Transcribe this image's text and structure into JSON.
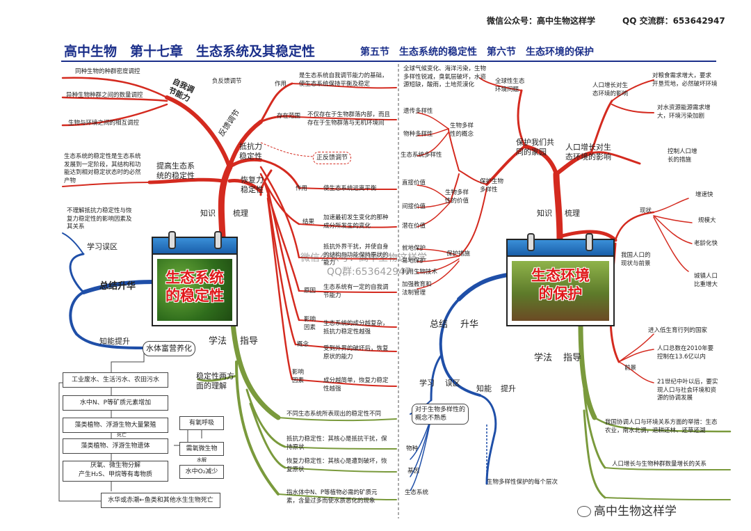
{
  "header": {
    "wechat": "微信公众号：高中生物这样学",
    "qq": "QQ 交流群：653642947",
    "title_main": "高中生物　第十七章　生态系统及其稳定性",
    "title_sub": "第五节　生态系统的稳定性　第六节　生态环境的保护"
  },
  "left": {
    "branch_self_reg": "自我调\n节能力",
    "self_reg_items": [
      "同种生物的种群密度调控",
      "异种生物种群之间的数量调控",
      "生物与环境之间的相互调控"
    ],
    "branch_improve": "提高生态系\n统的稳定性",
    "improve_text": "生态系统的稳定性是生态系统\n发展到一定阶段，其结构和功\n能达到相对稳定状态时的必然\n产物",
    "neg_feedback": "负反馈调节",
    "feedback_reg": "反馈调节",
    "pos_feedback": "正反馈调节",
    "role_label": "作用",
    "role_text": "是生态系统自我调节能力的基础，\n使生态系统保持平衡及稳定",
    "scope_label": "存在范围",
    "scope_text": "不仅存在于生物群落内部，而且\n存在于生物群落与无机环境间",
    "resist": "抵抗力\n稳定性",
    "recover": "恢复力\n稳定性",
    "kn": "知识",
    "comb": "梳理",
    "r_role_label": "作用",
    "r_role_text": "使生态系统远离平衡",
    "r_result_label": "结果",
    "r_result_text": "加速最初发生变化的那种\n成分所发生的变化",
    "concept_a_text": "抵抗外界干扰，并使自身\n的结构与功能保持原状的\n能力",
    "reason_label": "原因",
    "reason_text": "生态系统有一定的自我调\n节能力",
    "factor_label": "影响\n因素",
    "factor_text": "生态系统的成分越复杂，\n抵抗力稳定性越强",
    "concept_label": "概念",
    "concept_b_text": "受到外界的破坏后，恢复\n原状的能力",
    "factor2_label": "影响\n因素",
    "factor2_text": "成分越简单，恢复力稳定\n性越强",
    "mistake_text": "不理解抵抗力稳定性与恢\n复力稳定性的影响因素及\n其关系",
    "study_mistake": "学习误区",
    "summary": "总结升华",
    "ability": "知能提升",
    "eutro": "水体富营养化",
    "method": "学法",
    "guide": "指导",
    "cal_title": "生态系统\n的稳定性",
    "flow": [
      "工业废水、生活污水、农田污水",
      "水中N、P等矿质元素增加",
      "藻类植物、浮游生物大量繁殖",
      "藻类植物、浮游生物遗体",
      "厌氧、微生物分解\n产生H₂S、甲烷等有毒物质",
      "水华或赤潮←鱼类和其他水生生物死亡"
    ],
    "flow_die": "死亡",
    "aerobic": "有氧呼吸",
    "aer_microbe": "需氧微生物",
    "decompose": "水解",
    "o2_drop": "水中O₂减少",
    "two_aspects": "稳定性两方\n面的理解",
    "diff_text": "不同生态系统所表现出的稳定性不同",
    "resist_core": "抵抗力稳定性：其核心是抵抗干扰，保\n持原状",
    "recover_core": "恢复力稳定性：其核心是遭到破坏，恢\n复原状",
    "eutro_def": "指水体中N、P等植物必需的矿质元\n素，含量过多而使水质恶化的现象"
  },
  "right": {
    "global_text": "全球气候变化、海洋污染，生物\n多样性锐减，臭氧层破坏，水资\n源短缺，酸雨，土地荒漠化",
    "global_issue": "全球性生态\n环境问题",
    "gene_div": "遗传多样性",
    "species_div": "物种多样性",
    "eco_div": "生态系统多样性",
    "biodiv_concept": "生物多样\n性的概念",
    "direct_val": "直接价值",
    "indirect_val": "间接价值",
    "potential_val": "潜在价值",
    "biodiv_value": "生物多样\n性的价值",
    "protect_measures": "保护措施",
    "m1": "就地保护",
    "m2": "易地保护",
    "m3": "利用生物技术",
    "m4": "加强教育和\n法制管理",
    "protect_biodiv": "保护生物\n多样性",
    "protect_home": "保护我们共\n同的家园",
    "pop_impact": "人口增长对生\n态环境的影响",
    "pop_impact2": "人口增长对生\n态环境的影响",
    "food_text": "对粮食需求增大，要求\n开垦荒地，必然破坏环境",
    "water_text": "对水资源能源需求增\n大，环境污染加剧",
    "control_measures": "控制人口增\n长的措施",
    "status": "现状",
    "s1": "增速快",
    "s2": "规模大",
    "s3": "老龄化快",
    "s4": "城镇人口\n比重增大",
    "cn_pop": "我国人口的\n现状与前景",
    "p1": "进入低生育行列的国家",
    "p2": "人口总数在2010年要\n控制在13.6亿以内",
    "p3": "21世纪中叶以后，要实\n现人口与社会环境和资\n源的协调发展",
    "prospect": "前景",
    "kn": "知识",
    "comb": "梳理",
    "summary_a": "总结",
    "summary_b": "升华",
    "study": "学习",
    "mistake": "误区",
    "ability_a": "知能",
    "ability_b": "提升",
    "mistake_box": "对于生物多样性的\n概念不熟悉",
    "m_species": "物种",
    "m_gene": "基因",
    "m_eco": "生态系统",
    "levels": "生物多样性保护的每个层次",
    "method": "学法",
    "guide": "指导",
    "coord_text": "我国协调人口与环境关系方面的举措：生态\n农业，南水北调，退耕还林、还草还湖",
    "pop_rel": "人口增长与生物种群数量增长的关系",
    "cal_title": "生态环境\n的保护"
  },
  "watermark": {
    "line1": "微信公众号：高中生物这样学",
    "line2": "QQ群:653642947",
    "logo": "高中生物这样学"
  },
  "colors": {
    "red_branch": "#d42a1f",
    "blue_branch": "#1f4fa8",
    "green_branch": "#7a9a3c",
    "title_blue": "#1b2f8a"
  }
}
